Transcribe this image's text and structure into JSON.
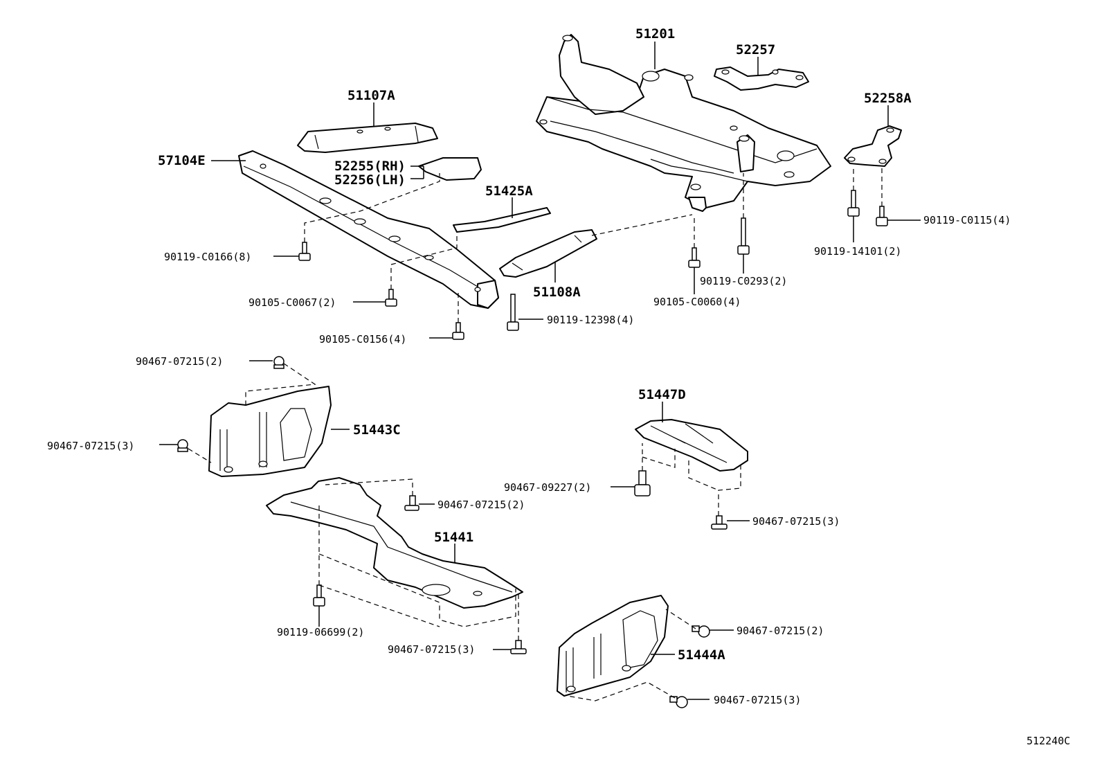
{
  "parts": {
    "crossmember": "51201",
    "stopper_upper": "52257",
    "stopper_rh": "52258A",
    "reinforcement_upper": "51107A",
    "member_front": "57104E",
    "bracket_rh": "52255(RH)",
    "bracket_lh": "52256(LH)",
    "brace": "51425A",
    "reinforcement_lower": "51108A",
    "cover_front_lh": "51443C",
    "cover_front_rh": "51447D",
    "cover_center": "51441",
    "cover_rear": "51444A"
  },
  "fasteners": {
    "f_c0115": "90119-C0115(4)",
    "f_14101": "90119-14101(2)",
    "f_c0166": "90119-C0166(8)",
    "f_c0293": "90119-C0293(2)",
    "f_c0060": "90105-C0060(4)",
    "f_c0067": "90105-C0067(2)",
    "f_12398": "90119-12398(4)",
    "f_c0156": "90105-C0156(4)",
    "f_07215_a": "90467-07215(2)",
    "f_07215_b": "90467-07215(3)",
    "f_07215_c": "90467-07215(2)",
    "f_09227": "90467-09227(2)",
    "f_07215_d": "90467-07215(3)",
    "f_06699": "90119-06699(2)",
    "f_07215_e": "90467-07215(3)",
    "f_07215_f": "90467-07215(2)",
    "f_07215_g": "90467-07215(3)"
  },
  "figure_id": "512240C"
}
